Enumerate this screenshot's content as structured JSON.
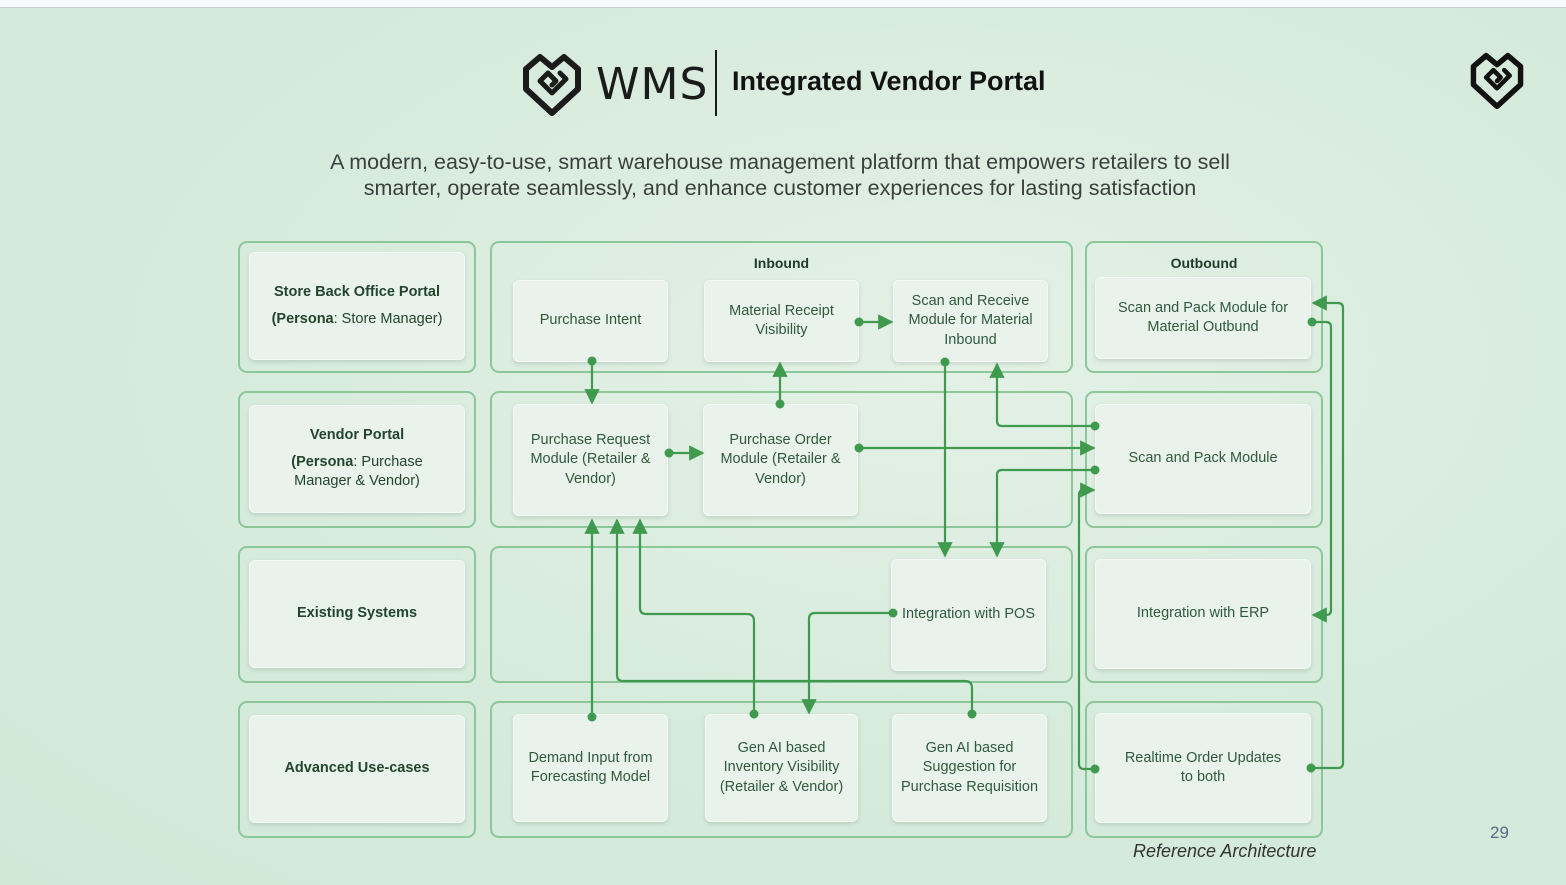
{
  "header": {
    "brand": "WMS",
    "title": "Integrated Vendor Portal",
    "logo_icon": "heart-g-logo-icon"
  },
  "subtitle": {
    "line1": "A modern, easy-to-use, smart warehouse management platform that empowers retailers to sell",
    "line2": "smarter, operate seamlessly, and enhance customer experiences for lasting satisfaction"
  },
  "rows": [
    {
      "label_title": "Store Back Office Portal",
      "label_persona_key": "(Persona",
      "label_persona_value": ": Store Manager)"
    },
    {
      "label_title": "Vendor Portal",
      "label_persona_key": "(Persona",
      "label_persona_value": ": Purchase Manager & Vendor)"
    },
    {
      "label_title": "Existing Systems"
    },
    {
      "label_title": "Advanced Use-cases"
    }
  ],
  "groups": {
    "inbound_title": "Inbound",
    "outbound_title": "Outbound"
  },
  "modules": {
    "purchase_intent": "Purchase Intent",
    "material_receipt": "Material Receipt Visibility",
    "scan_receive": "Scan and Receive Module for Material Inbound",
    "scan_pack_outbound": "Scan and Pack Module for Material Outbund",
    "purchase_request": "Purchase Request Module (Retailer & Vendor)",
    "purchase_order": "Purchase Order Module (Retailer & Vendor)",
    "scan_pack": "Scan and Pack Module",
    "integration_pos": "Integration with POS",
    "integration_erp": "Integration with ERP",
    "demand_input": "Demand Input from Forecasting Model",
    "genai_inventory": "Gen AI based Inventory Visibility (Retailer & Vendor)",
    "genai_suggestion": "Gen AI based Suggestion for Purchase Requisition",
    "realtime_updates": "Realtime Order Updates to both"
  },
  "connections": [
    {
      "from": "purchase_intent",
      "to": "purchase_request"
    },
    {
      "from": "purchase_order",
      "to": "material_receipt"
    },
    {
      "from": "material_receipt",
      "to": "scan_receive"
    },
    {
      "from": "purchase_request",
      "to": "purchase_order"
    },
    {
      "from": "purchase_order",
      "to": "scan_pack"
    },
    {
      "from": "scan_pack",
      "to": "scan_receive"
    },
    {
      "from": "scan_receive",
      "to": "integration_pos"
    },
    {
      "from": "scan_pack",
      "to": "integration_pos"
    },
    {
      "from": "realtime_updates",
      "to": "scan_pack"
    },
    {
      "from": "scan_pack_outbound",
      "to": "integration_erp"
    },
    {
      "from": "realtime_updates",
      "to": "scan_pack_outbound"
    },
    {
      "from": "demand_input",
      "to": "purchase_request"
    },
    {
      "from": "genai_suggestion",
      "to": "purchase_request"
    },
    {
      "from": "genai_inventory",
      "to": "purchase_request"
    },
    {
      "from": "integration_pos",
      "to": "genai_inventory"
    }
  ],
  "colors": {
    "connector": "#3f9a4e",
    "group_border": "#8cc79a",
    "background": "#d6ebdc"
  },
  "footer": {
    "caption": "Reference Architecture",
    "page_number": "29"
  }
}
